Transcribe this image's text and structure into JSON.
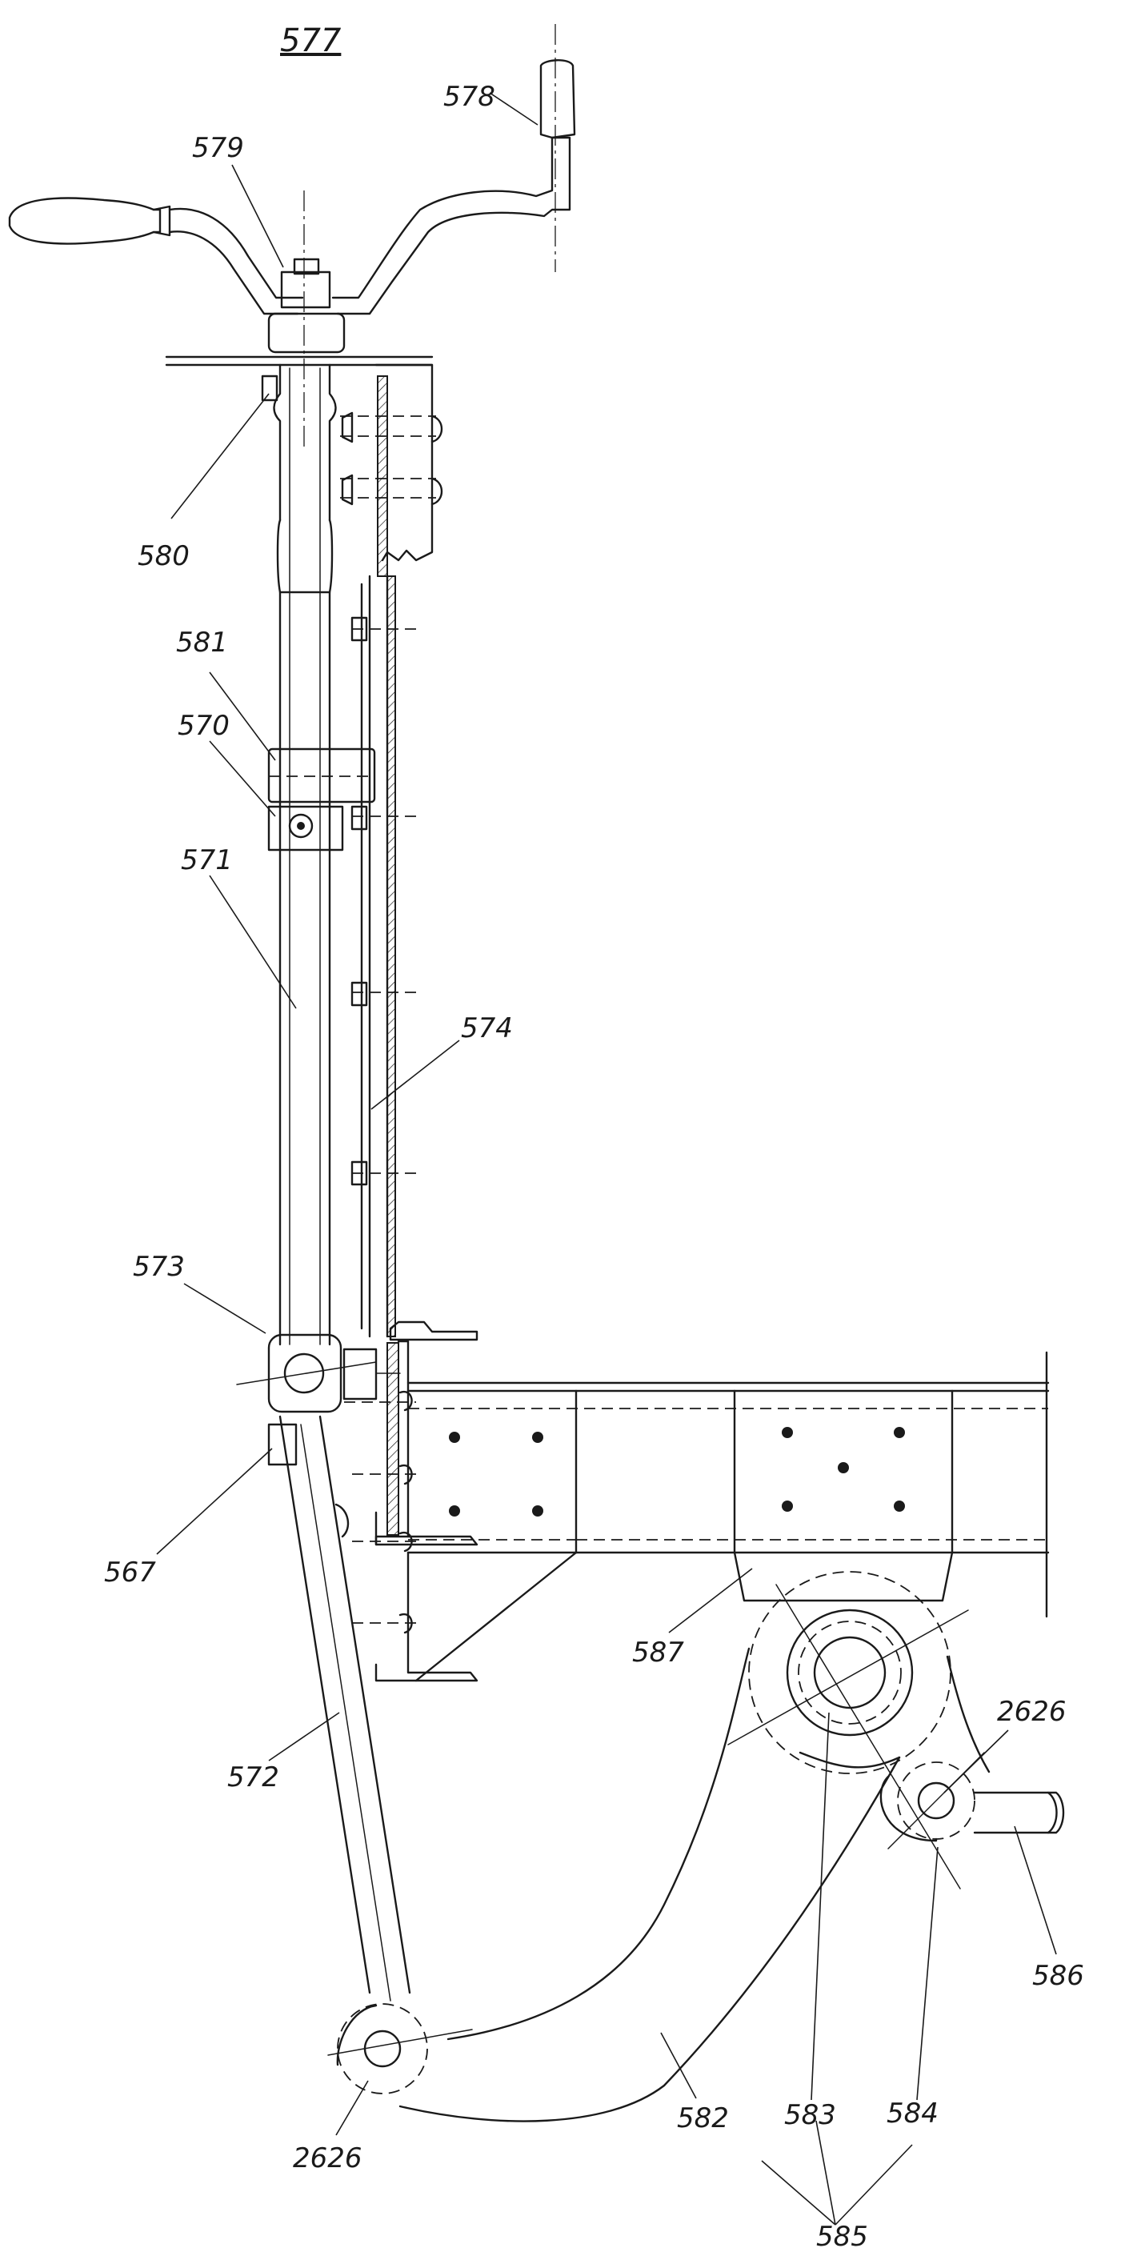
{
  "figure": {
    "title": "577",
    "labels": {
      "l578": "578",
      "l579": "579",
      "l580": "580",
      "l581": "581",
      "l570": "570",
      "l571": "571",
      "l574": "574",
      "l573": "573",
      "l567": "567",
      "l587": "587",
      "l2626a": "2626",
      "l572": "572",
      "l586": "586",
      "l583": "583",
      "l584": "584",
      "l582": "582",
      "l2626b": "2626",
      "l585": "585"
    }
  }
}
